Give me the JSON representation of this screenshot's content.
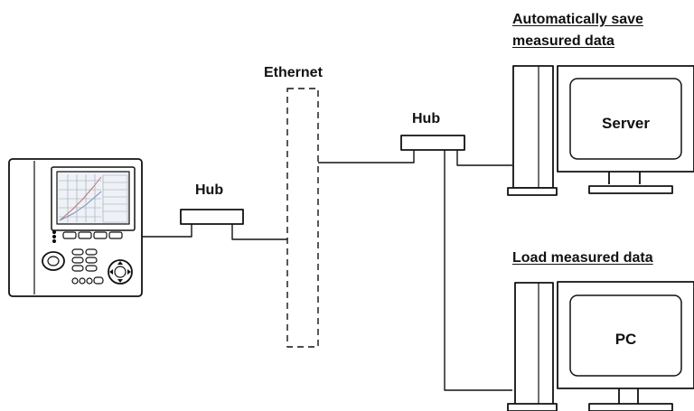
{
  "labels": {
    "ethernet": "Ethernet",
    "hub_left": "Hub",
    "hub_right": "Hub",
    "server_caption_line1": "Automatically save",
    "server_caption_line2": "measured data",
    "server": "Server",
    "pc_caption": "Load measured data",
    "pc": "PC"
  },
  "colors": {
    "stroke": "#111111",
    "background": "#ffffff",
    "screen_grid": "#9aa5b5",
    "screen_curve": "#c07070"
  },
  "icons": {
    "recorder": "recorder-device-icon",
    "server_computer": "computer-icon",
    "pc_computer": "computer-icon",
    "hub": "network-hub-icon"
  }
}
